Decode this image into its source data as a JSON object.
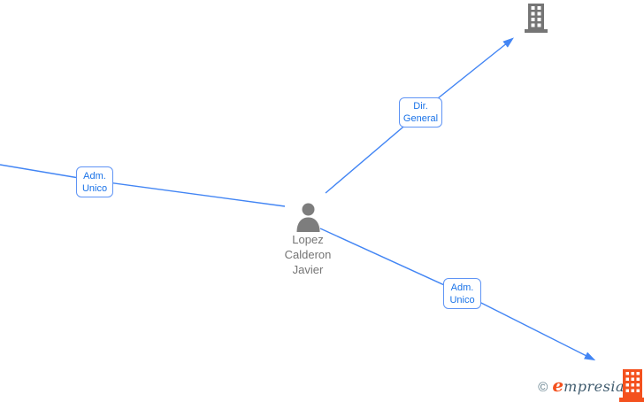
{
  "diagram": {
    "person": {
      "full_name": "Lopez Calderon Javier",
      "line1": "Lopez",
      "line2": "Calderon",
      "line3": "Javier"
    },
    "edge_labels": {
      "left": {
        "line1": "Adm.",
        "line2": "Unico"
      },
      "top_right": {
        "line1": "Dir.",
        "line2": "General"
      },
      "bottom_right": {
        "line1": "Adm.",
        "line2": "Unico"
      }
    },
    "colors": {
      "edge_blue": "#4285f4",
      "label_border": "#5f94f5",
      "label_text": "#1a73e8",
      "person_icon_gray": "#7d7d7d",
      "person_text_gray": "#757575",
      "building_gray": "#757575",
      "building_orange": "#f4511e",
      "watermark_copyright": "#607d8b",
      "watermark_dark": "#3f5b6e"
    }
  },
  "watermark": {
    "copyright": "©",
    "brand_initial": "e",
    "brand_rest": "mpresia"
  }
}
